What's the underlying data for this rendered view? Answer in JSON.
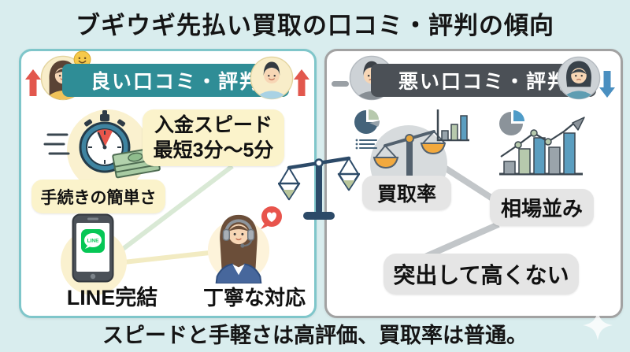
{
  "title": "ブギウギ先払い買取の口コミ・評判の傾向",
  "footer": "スピードと手軽さは高評価、買取率は普通。",
  "good_panel": {
    "header": "良い口コミ・評判",
    "deposit_speed": {
      "line1": "入金スピード",
      "line2": "最短3分〜5分"
    },
    "easy_procedure": "手続きの簡単さ",
    "line_complete": "LINE完結",
    "polite_response": "丁寧な対応",
    "line_app_text": "LINE"
  },
  "bad_panel": {
    "header": "悪い口コミ・評判",
    "purchase_rate": "買取率",
    "market_average": "相場並み",
    "not_outstanding": "突出して高くない"
  },
  "colors": {
    "background": "#d9edee",
    "good_banner_teal": "#2f8d96",
    "good_border_teal": "#7fc6ca",
    "highlight_yellow": "#fbf3cb",
    "bad_banner_gray": "#4b5056",
    "bad_border_gray": "#a2a2a2",
    "neutral_box_gray": "#e5e5e5",
    "positive_arrow_red": "#e2574d",
    "negative_arrow_blue": "#4a8fc0",
    "line_green": "#06c755",
    "navy_scale": "#2c4a68",
    "orange_pan": "#f2a93e"
  },
  "icon_names": [
    "up-arrow-icon",
    "down-arrow-icon",
    "minus-icon",
    "smiley-bubble-icon",
    "woman-avatar",
    "man-avatar",
    "stopwatch-icon",
    "money-icon",
    "line-phone-icon",
    "line-app-icon",
    "operator-icon",
    "heart-bubble-icon",
    "balance-scale-icon",
    "pie-chart-icon",
    "list-lines-icon",
    "bar-chart-icon",
    "growth-chart-icon",
    "sparkle-icon"
  ]
}
